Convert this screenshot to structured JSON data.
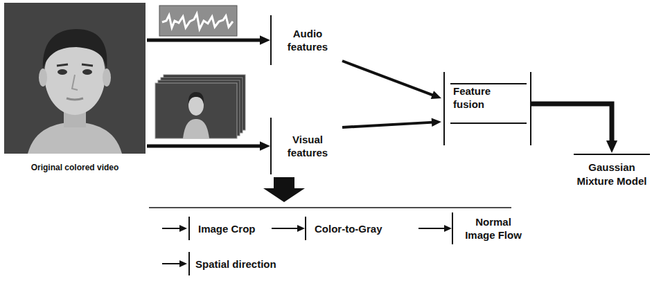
{
  "diagram": {
    "nodes": [
      {
        "text": [
          "Original colored video"
        ]
      },
      {
        "text": [
          "Audio features"
        ]
      },
      {
        "text": [
          "Visual features"
        ]
      },
      {
        "text": [
          "Feature fusion"
        ]
      },
      {
        "text": [
          "Gaussian Mixture Model"
        ]
      },
      {
        "text": [
          "Image Crop"
        ]
      },
      {
        "text": [
          "Color-to-Gray"
        ]
      },
      {
        "text": [
          "Normal Image Flow"
        ]
      }
    ],
    "edges": [
      {
        "from": 0,
        "to": 1,
        "arrow": "to"
      },
      {
        "from": 0,
        "to": 2,
        "arrow": "to"
      },
      {
        "from": 1,
        "to": 3,
        "arrow": "to"
      },
      {
        "from": 2,
        "to": 3,
        "arrow": "to"
      },
      {
        "from": 3,
        "to": 4,
        "arrow": "to"
      },
      {
        "from": 5,
        "to": 6,
        "arrow": "to"
      },
      {
        "from": 6,
        "to": 7,
        "arrow": "to"
      }
    ],
    "legend": [
      {
        "text": "Spatial direction"
      }
    ]
  }
}
